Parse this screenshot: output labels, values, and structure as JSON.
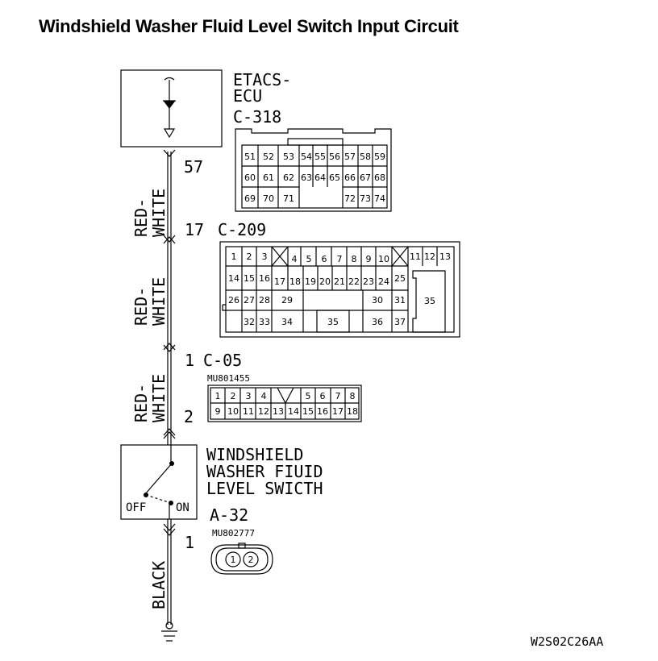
{
  "title": "Windshield Washer Fluid Level Switch Input Circuit",
  "ecu": {
    "name_line1": "ETACS-",
    "name_line2": "ECU",
    "connector": "C-318",
    "pin": "57",
    "pins_row1": [
      "51",
      "52",
      "53",
      "54",
      "55",
      "56",
      "57",
      "58",
      "59"
    ],
    "pins_row2": [
      "60",
      "61",
      "62",
      "63",
      "64",
      "65",
      "66",
      "67",
      "68"
    ],
    "pins_row3_left": [
      "69",
      "70",
      "71"
    ],
    "pins_row3_right": [
      "72",
      "73",
      "74"
    ]
  },
  "junction_c209": {
    "connector": "C-209",
    "pin": "17",
    "row1a": [
      "1",
      "2",
      "3"
    ],
    "row1b": [
      "4",
      "5",
      "6",
      "7",
      "8",
      "9",
      "10"
    ],
    "row1c": [
      "11",
      "12",
      "13"
    ],
    "row2": [
      "14",
      "15",
      "16",
      "17",
      "18",
      "19",
      "20",
      "21",
      "22",
      "23",
      "24",
      "25"
    ],
    "row3a": [
      "26",
      "27",
      "28",
      "29"
    ],
    "row3b": [
      "30",
      "31"
    ],
    "row4a": [
      "32",
      "33",
      "34"
    ],
    "row4b": [
      "35"
    ],
    "row4c": [
      "36",
      "37"
    ],
    "big_pin": "35"
  },
  "connector_c05": {
    "connector": "C-05",
    "part_no": "MU801455",
    "pin_top": "1",
    "pin_bottom": "2",
    "row1a": [
      "1",
      "2",
      "3",
      "4"
    ],
    "row1b": [
      "5",
      "6",
      "7",
      "8"
    ],
    "row2": [
      "9",
      "10",
      "11",
      "12",
      "13",
      "14",
      "15",
      "16",
      "17",
      "18"
    ]
  },
  "switch": {
    "name_line1": "WINDSHIELD",
    "name_line2": "WASHER FIUID",
    "name_line3": "LEVEL SWICTH",
    "connector": "A-32",
    "part_no": "MU802777",
    "pin": "1",
    "off_label": "OFF",
    "on_label": "ON",
    "pins": [
      "1",
      "2"
    ]
  },
  "wires": {
    "w1": {
      "line1": "RED-",
      "line2": "WHITE"
    },
    "w2": {
      "line1": "RED-",
      "line2": "WHITE"
    },
    "w3": {
      "line1": "RED-",
      "line2": "WHITE"
    },
    "w4": {
      "line1": "BLACK"
    }
  },
  "figure_code": "W2S02C26AA"
}
